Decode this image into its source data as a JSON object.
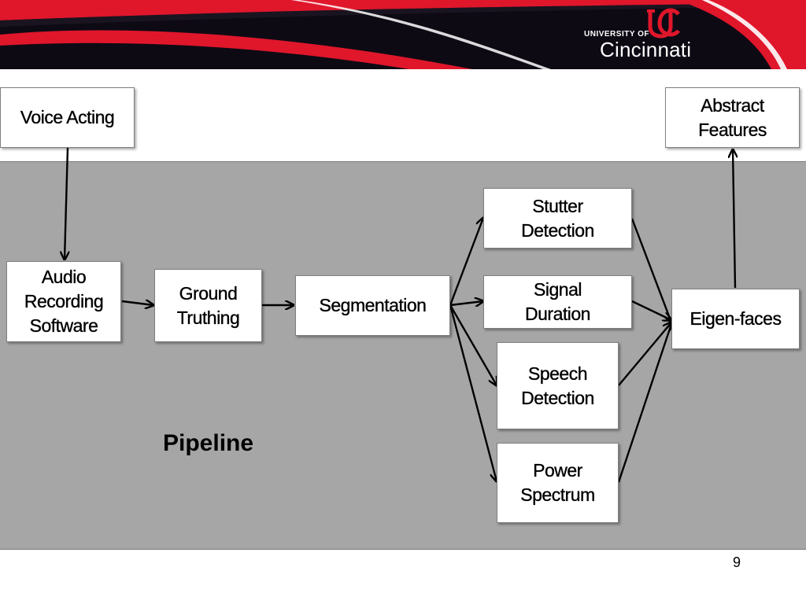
{
  "banner": {
    "university_of": "UNIVERSITY OF",
    "university_name": "Cincinnati",
    "colors": {
      "dark": "#0d0a14",
      "red": "#e0162b"
    }
  },
  "nodes": {
    "voice_acting": "Voice Acting",
    "abstract_features": "Abstract\nFeatures",
    "audio_recording_software": "Audio\nRecording\nSoftware",
    "ground_truthing": "Ground\nTruthing",
    "segmentation": "Segmentation",
    "stutter_detection": "Stutter\nDetection",
    "signal_duration": "Signal\nDuration",
    "speech_detection": "Speech\nDetection",
    "power_spectrum": "Power\nSpectrum",
    "eigen_faces": "Eigen-faces"
  },
  "pipeline_label": "Pipeline",
  "page_number": "9",
  "colors": {
    "panel": "#a6a6a6",
    "node_fill": "#ffffff",
    "arrow": "#000000"
  }
}
